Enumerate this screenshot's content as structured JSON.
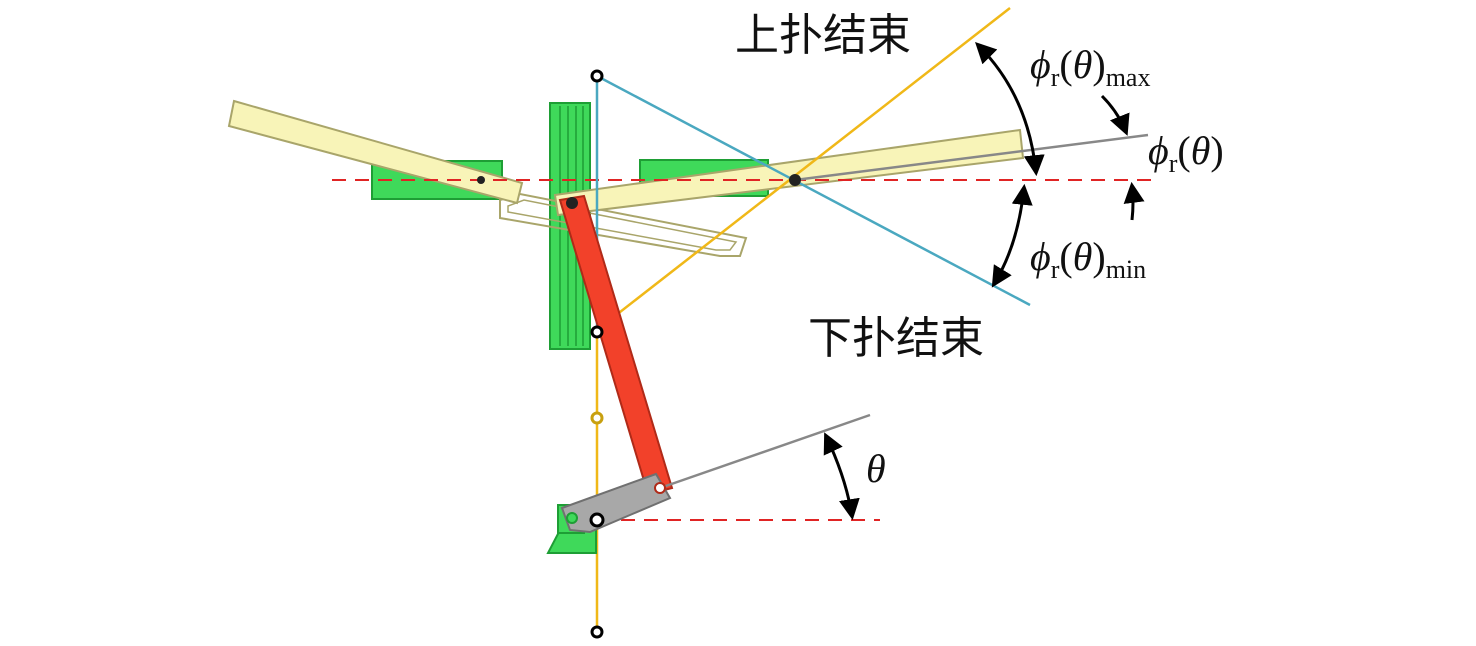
{
  "labels": {
    "upstroke_end": "上扑结束",
    "downstroke_end": "下扑结束"
  },
  "symbols": {
    "phi": "ϕ",
    "r_sub": "r",
    "open_paren": "(",
    "theta": "θ",
    "close_paren": ")",
    "max_sub": "max",
    "min_sub": "min"
  },
  "colors": {
    "wing": "#f8f4b8",
    "wing_outline": "#a9a56a",
    "frame_green": "#3fd95a",
    "frame_green_dark": "#1e9e35",
    "rod_red": "#f2412a",
    "crank_gray": "#a8a8a8",
    "yellow_line": "#f0b818",
    "blue_line": "#4aa8c0",
    "gray_line": "#888888",
    "dashed_red": "#e02424",
    "arrow": "#000000"
  }
}
